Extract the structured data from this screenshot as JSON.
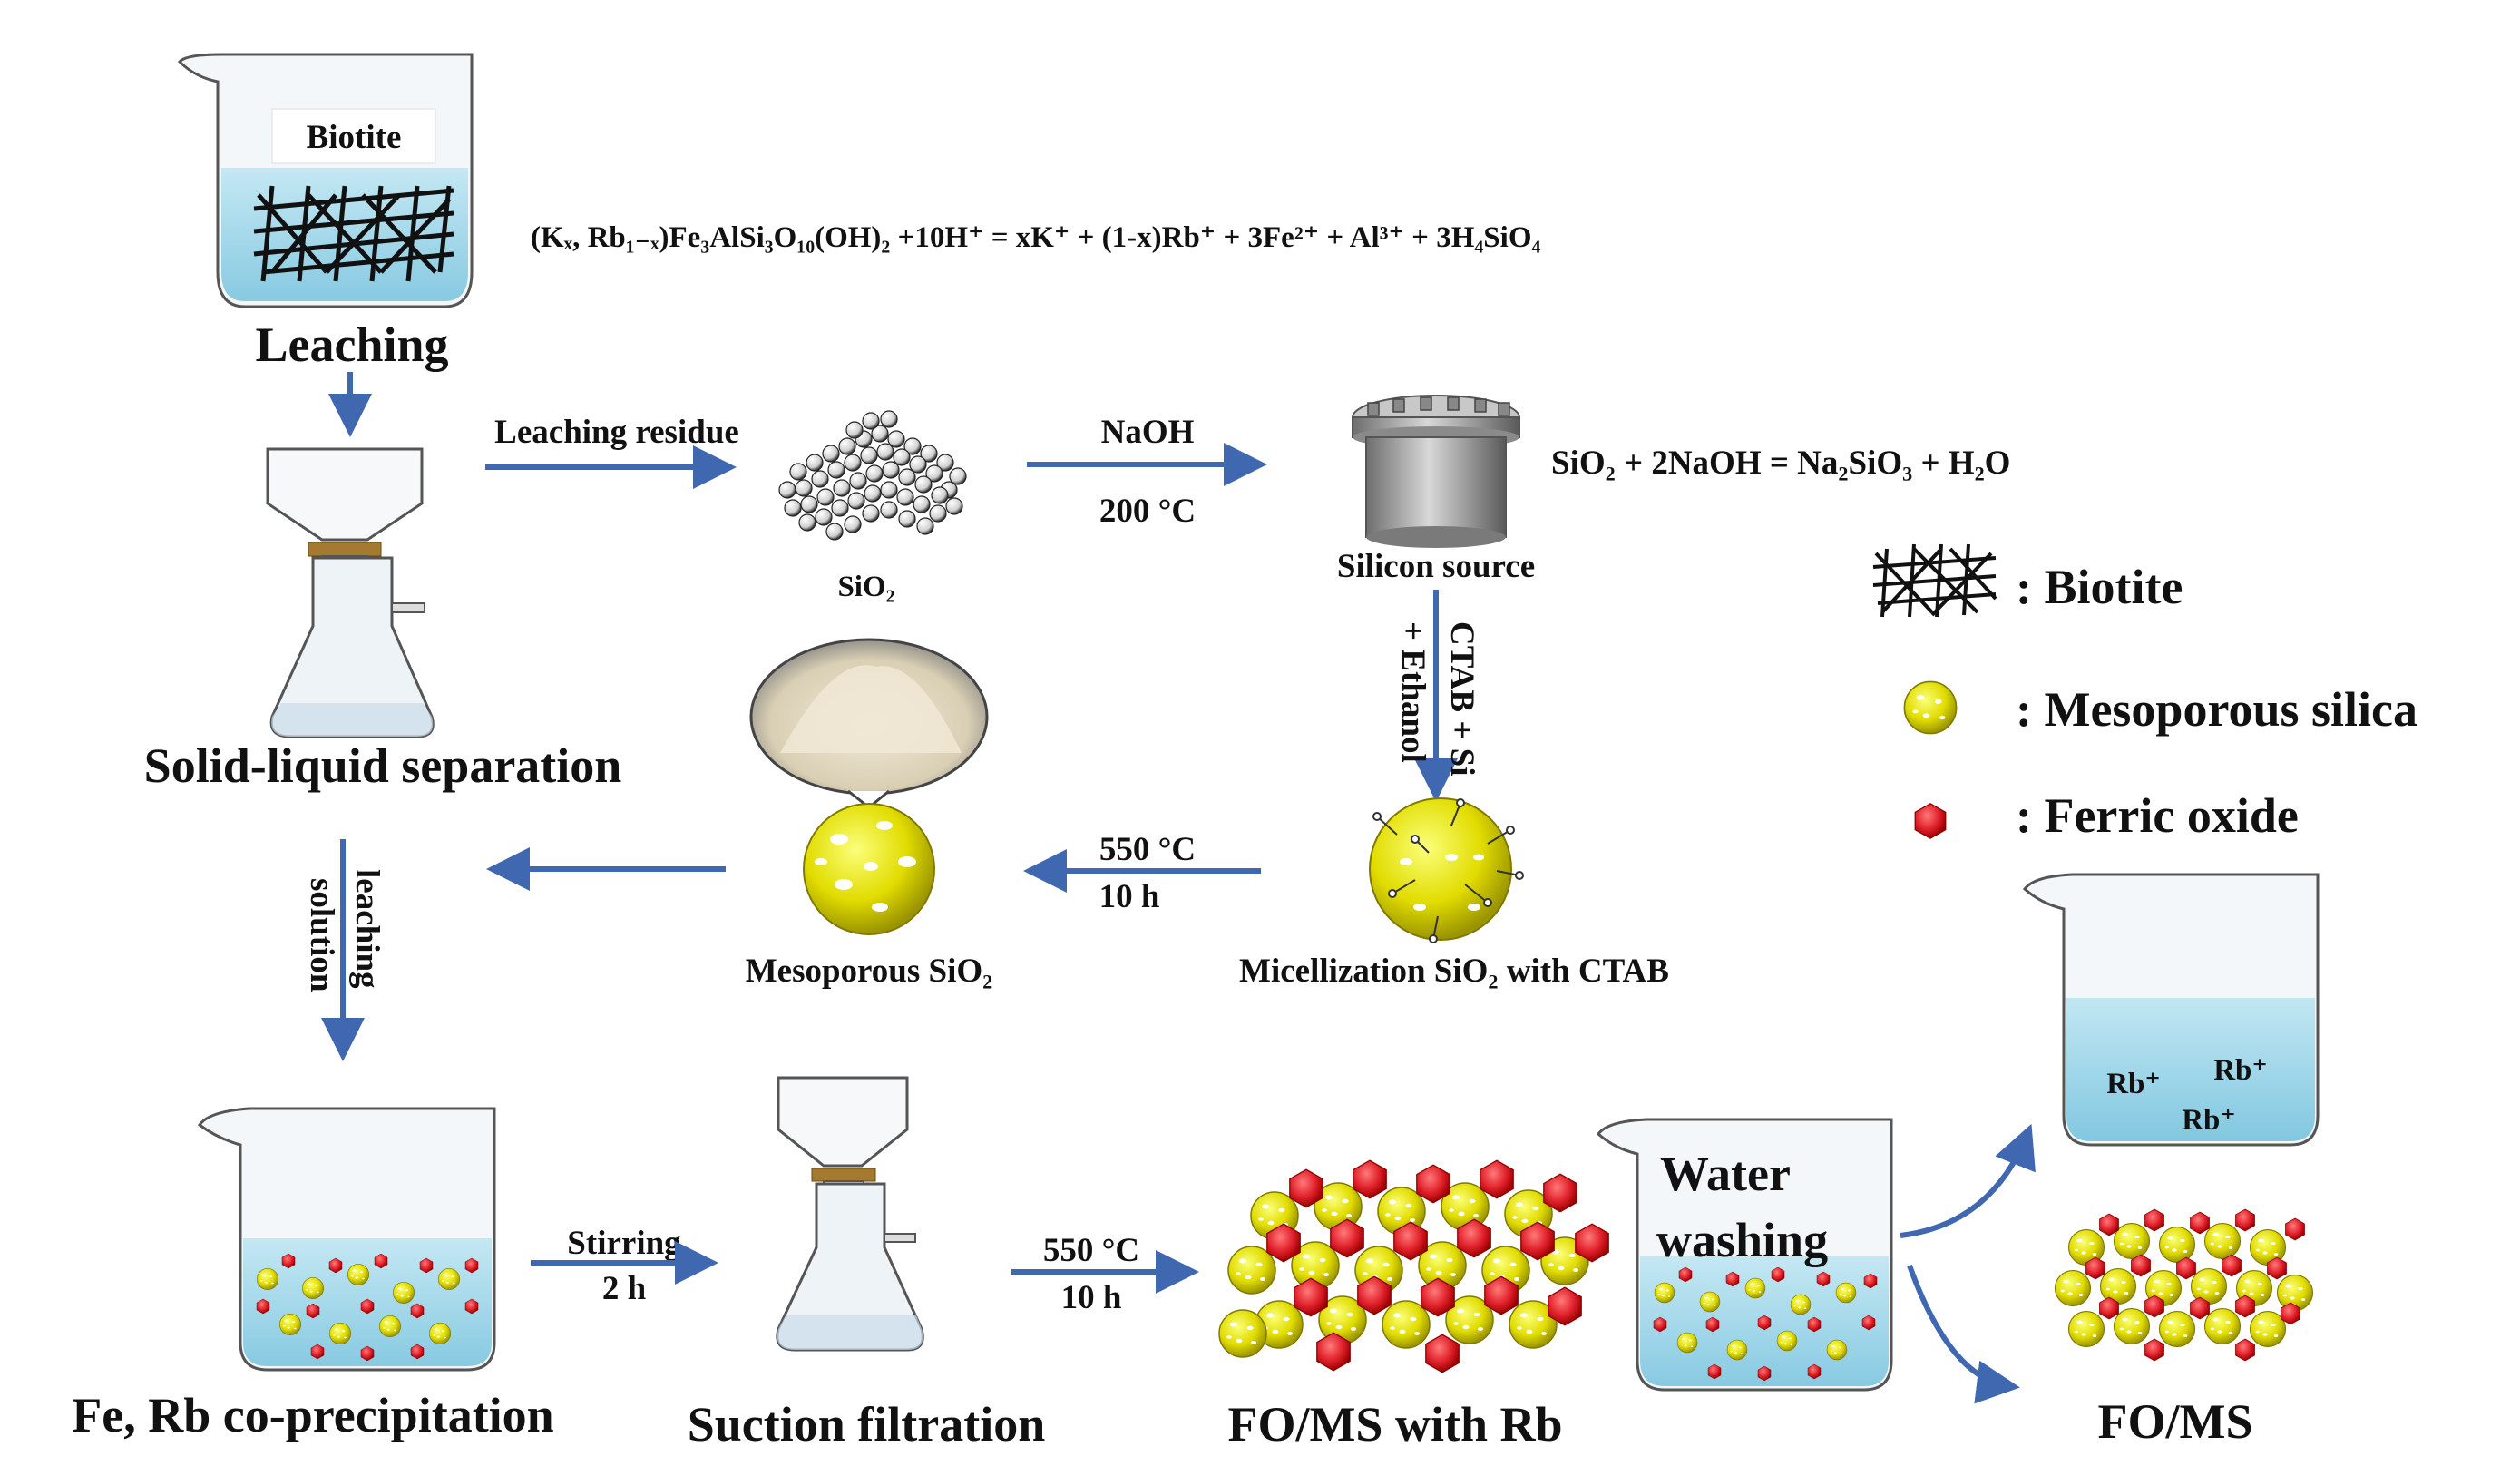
{
  "steps": {
    "leaching": "Leaching",
    "solid_liquid": "Solid-liquid separation",
    "co_precipitation": "Fe, Rb co-precipitation",
    "suction": "Suction filtration",
    "fo_ms_rb": "FO/MS with Rb",
    "fo_ms": "FO/MS"
  },
  "labels": {
    "biotite_beaker": "Biotite",
    "leaching_residue": "Leaching residue",
    "sio2": "SiO₂",
    "naoh": "NaOH",
    "temp_200": "200 °C",
    "silicon_source": "Silicon source",
    "ctab_si": "CTAB + Si",
    "ethanol": "+ Ethanol",
    "temp_550_a": "550 °C",
    "time_10h_a": "10 h",
    "micellization": "Micellization SiO₂ with CTAB",
    "mesoporous_sio2": "Mesoporous SiO₂",
    "leaching_solution_1": "leaching",
    "leaching_solution_2": "solution",
    "stirring": "Stirring",
    "time_2h": "2 h",
    "temp_550_b": "550 °C",
    "time_10h_b": "10 h",
    "water_washing_1": "Water",
    "water_washing_2": "washing",
    "rb_ion_1": "Rb⁺",
    "rb_ion_2": "Rb⁺",
    "rb_ion_3": "Rb⁺"
  },
  "equations": {
    "leaching_reaction": "(Kₓ, Rb₁₋ₓ)Fe₃AlSi₃O₁₀(OH)₂ +10H⁺ = xK⁺ + (1-x)Rb⁺ + 3Fe²⁺ + Al³⁺ + 3H₄SiO₄",
    "naoh_reaction": "SiO₂ + 2NaOH = Na₂SiO₃ + H₂O"
  },
  "legend": {
    "biotite": ": Biotite",
    "mesoporous_silica": ": Mesoporous silica",
    "ferric_oxide": ": Ferric oxide"
  },
  "colors": {
    "arrow": "#3f68b0",
    "water": "#a8d8ea",
    "silica_yellow": "#e8e000",
    "ferric_red": "#e0202a",
    "beaker_glass": "#f4f7fa",
    "autoclave_gray": "#9a9a9a"
  }
}
